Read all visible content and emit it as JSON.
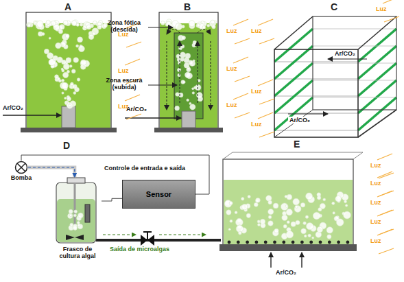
{
  "diagram": {
    "nodes": [
      {
        "text": [
          "Bomba"
        ]
      },
      {
        "text": [
          "Sensor"
        ]
      },
      {
        "text": [
          "Frasco de cultura algal"
        ]
      }
    ],
    "edges": [
      {
        "from": 0,
        "to": 2,
        "arrow": "to"
      },
      {
        "from": 1,
        "to": 0,
        "arrow": "none"
      },
      {
        "from": 1,
        "to": 2,
        "arrow": "none"
      }
    ],
    "labels": [
      "A",
      "Luz",
      "Luz",
      "Luz",
      "Ar/CO₂",
      "B",
      "Zona fótica (descida)",
      "Zona escura (subida)",
      "Ar/CO₂",
      "Luz",
      "Luz",
      "Luz",
      "C",
      "Luz",
      "Luz",
      "Luz",
      "Luz",
      "Ar/CO₂",
      "Ar/CO₂",
      "D",
      "Controle de entrada e saída",
      "Saída de microalgas",
      "E",
      "Luz",
      "Luz",
      "Luz",
      "Luz",
      "Luz",
      "Ar/CO₂"
    ]
  }
}
